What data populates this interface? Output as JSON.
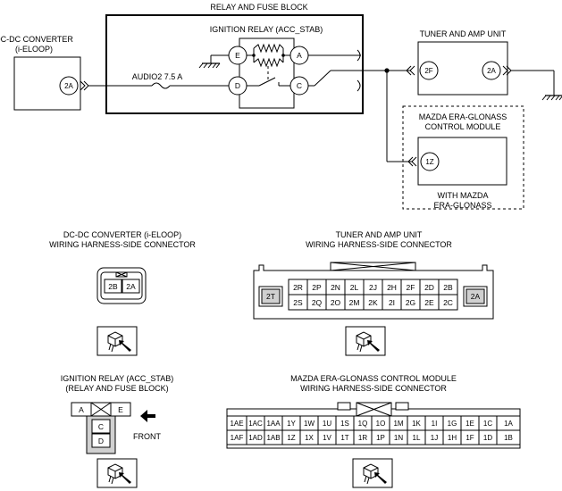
{
  "schematic": {
    "relay_block_title": "RELAY AND FUSE BLOCK",
    "ignition_relay_title": "IGNITION RELAY (ACC_STAB)",
    "relay_terminals": [
      "E",
      "A",
      "D",
      "C"
    ],
    "dcdc_title_line1": "DC-DC CONVERTER",
    "dcdc_title_line2": "(i-ELOOP)",
    "dcdc_pin": "2A",
    "fuse_label": "AUDIO2 7.5 A",
    "tuner_title": "TUNER AND AMP UNIT",
    "tuner_pins": [
      "2F",
      "2A"
    ],
    "era_title_line1": "MAZDA ERA-GLONASS",
    "era_title_line2": "CONTROL MODULE",
    "era_pin": "1Z",
    "era_note_line1": "WITH MAZDA",
    "era_note_line2": "ERA-GLONASS"
  },
  "connectors": {
    "dcdc": {
      "title_line1": "DC-DC CONVERTER (i-ELOOP)",
      "title_line2": "WIRING HARNESS-SIDE CONNECTOR",
      "pins": [
        "2B",
        "2A"
      ]
    },
    "tuner": {
      "title_line1": "TUNER AND AMP UNIT",
      "title_line2": "WIRING HARNESS-SIDE CONNECTOR",
      "left_pin": "2T",
      "right_pin": "2A",
      "row1": [
        "2R",
        "2P",
        "2N",
        "2L",
        "2J",
        "2H",
        "2F",
        "2D",
        "2B"
      ],
      "row2": [
        "2S",
        "2Q",
        "2O",
        "2M",
        "2K",
        "2I",
        "2G",
        "2E",
        "2C"
      ]
    },
    "relay": {
      "title_line1": "IGNITION RELAY (ACC_STAB)",
      "title_line2": "(RELAY AND FUSE BLOCK)",
      "top_left": "A",
      "top_right": "E",
      "lower": [
        "C",
        "D"
      ],
      "front_label": "FRONT"
    },
    "era": {
      "title_line1": "MAZDA ERA-GLONASS CONTROL MODULE",
      "title_line2": "WIRING HARNESS-SIDE CONNECTOR",
      "row1": [
        "1AE",
        "1AC",
        "1AA",
        "1Y",
        "1W",
        "1U",
        "1S",
        "1Q",
        "1O",
        "1M",
        "1K",
        "1I",
        "1G",
        "1E",
        "1C",
        "1A"
      ],
      "row2": [
        "1AF",
        "1AD",
        "1AB",
        "1Z",
        "1X",
        "1V",
        "1T",
        "1R",
        "1P",
        "1N",
        "1L",
        "1J",
        "1H",
        "1F",
        "1D",
        "1B"
      ]
    }
  }
}
